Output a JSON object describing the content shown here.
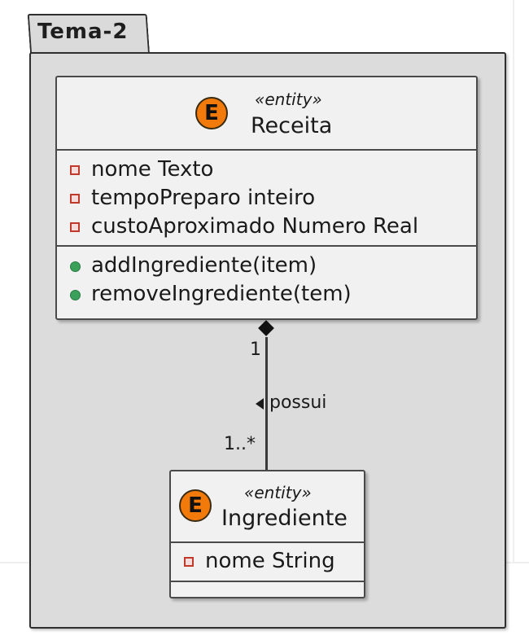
{
  "package": {
    "name": "Tema-2"
  },
  "classes": {
    "receita": {
      "icon_letter": "E",
      "stereotype": "«entity»",
      "name": "Receita",
      "attributes": [
        "nome Texto",
        "tempoPreparo inteiro",
        "custoAproximado Numero Real"
      ],
      "methods": [
        "addIngrediente(item)",
        "removeIngrediente(tem)"
      ]
    },
    "ingrediente": {
      "icon_letter": "E",
      "stereotype": "«entity»",
      "name": "Ingrediente",
      "attributes": [
        "nome String"
      ],
      "methods": []
    }
  },
  "relation": {
    "type": "composition",
    "label": "possui",
    "source_multiplicity": "1",
    "target_multiplicity": "1..*"
  },
  "colors": {
    "entity_icon": "#f27a0a",
    "private_marker": "#c0392b",
    "public_marker": "#3aa05a",
    "package_fill": "#dcdcdc",
    "class_fill": "#f1f1f1"
  }
}
